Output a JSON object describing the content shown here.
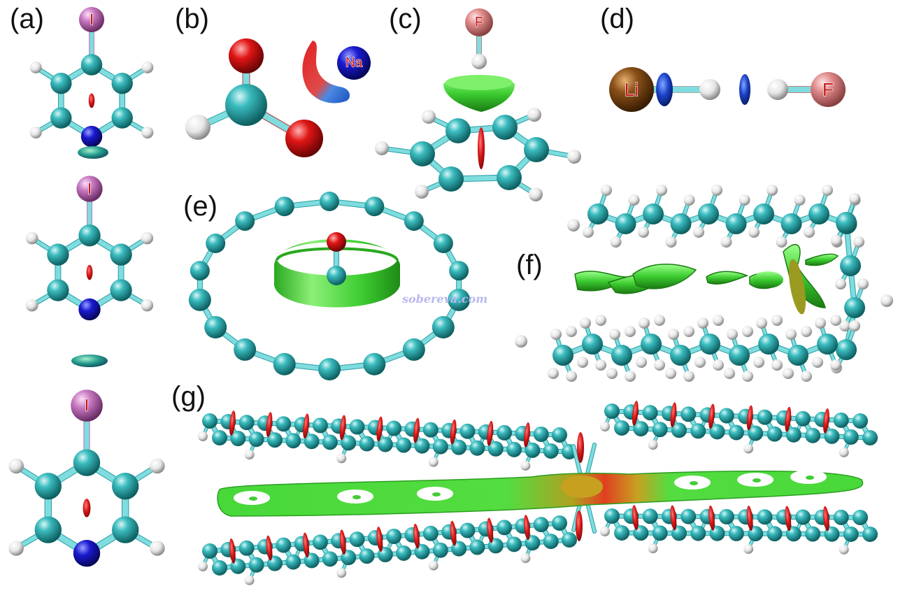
{
  "panels": {
    "a": "(a)",
    "b": "(b)",
    "c": "(c)",
    "d": "(d)",
    "e": "(e)",
    "f": "(f)",
    "g": "(g)"
  },
  "atoms": {
    "iodine": "I",
    "sodium": "Na",
    "fluorine": "F",
    "lithium": "Li"
  },
  "watermark": "sobereva.com",
  "colors": {
    "carbon": "#2aa7aa",
    "hydrogen": "#e8e8e8",
    "nitrogen": "#1a1acc",
    "oxygen": "#dd1111",
    "iodine": "#c070b8",
    "fluorine": "#d88080",
    "sodium": "#1a1acc",
    "lithium": "#8a5018",
    "bond": "#3ab8bc",
    "vdw_isosurface": "#3ccc30",
    "attractive_isosurface": "#2050d0",
    "repulsive_isosurface": "#d01818"
  }
}
